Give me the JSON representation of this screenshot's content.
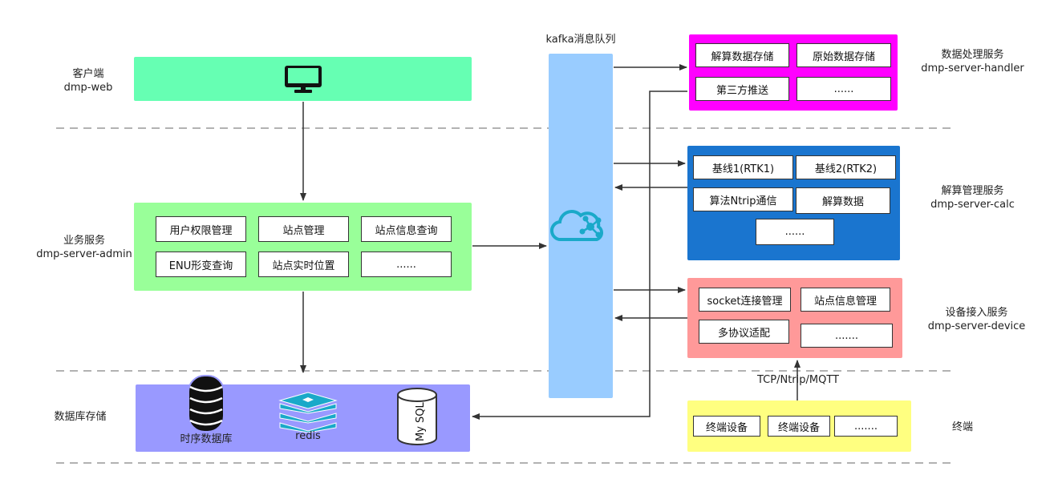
{
  "layers": {
    "client": {
      "title": "客户端",
      "subtitle": "dmp-web"
    },
    "business": {
      "title": "业务服务",
      "subtitle": "dmp-server-admin"
    },
    "database": {
      "title": "数据库存储"
    },
    "handler": {
      "title": "数据处理服务",
      "subtitle": "dmp-server-handler"
    },
    "calc": {
      "title": "解算管理服务",
      "subtitle": "dmp-server-calc"
    },
    "device": {
      "title": "设备接入服务",
      "subtitle": "dmp-server-device"
    },
    "terminal": {
      "title": "终端"
    }
  },
  "kafka": {
    "label": "kafka消息队列"
  },
  "business_modules": [
    "用户权限管理",
    "站点管理",
    "站点信息查询",
    "ENU形变查询",
    "站点实时位置",
    "......"
  ],
  "handler_modules": [
    "解算数据存储",
    "原始数据存储",
    "第三方推送",
    "......"
  ],
  "calc_modules": [
    "基线1(RTK1)",
    "基线2(RTK2)",
    "算法Ntrip通信",
    "解算数据",
    "......"
  ],
  "device_modules": [
    "socket连接管理",
    "站点信息管理",
    "多协议适配",
    "......."
  ],
  "terminal_modules": [
    "终端设备",
    "终端设备",
    "......."
  ],
  "databases": {
    "tsdb": "时序数据库",
    "redis": "redis",
    "mysql": "My SQL"
  },
  "protocol_label": "TCP/Ntrip/MQTT",
  "colors": {
    "client": "#66ffb3",
    "business": "#99ff99",
    "database": "#9999ff",
    "kafka": "#99ccff",
    "handler": "#ff00ff",
    "calc": "#1a75cf",
    "device": "#ff9999",
    "terminal": "#ffff80"
  },
  "icons": {
    "client": "monitor-icon",
    "kafka": "cloud-network-icon",
    "tsdb": "database-stack-icon",
    "redis": "redis-icon",
    "mysql": "mysql-cylinder-icon"
  }
}
